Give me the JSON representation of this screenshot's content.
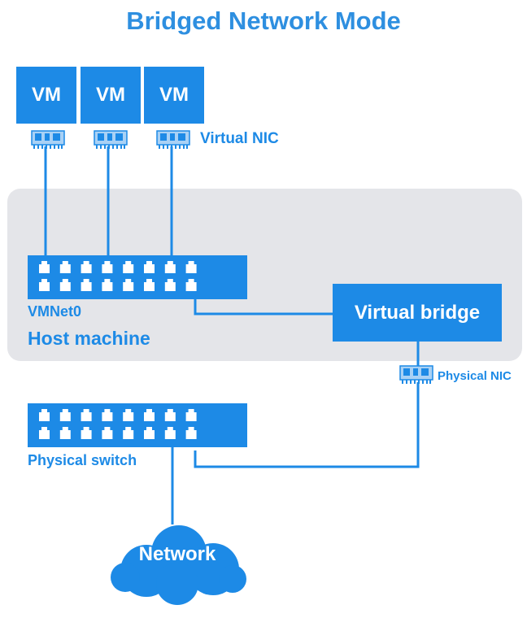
{
  "title": "Bridged Network Mode",
  "vms": [
    {
      "label": "VM"
    },
    {
      "label": "VM"
    },
    {
      "label": "VM"
    }
  ],
  "labels": {
    "virtual_nic": "Virtual NIC",
    "vmnet": "VMNet0",
    "host_machine": "Host machine",
    "virtual_bridge": "Virtual bridge",
    "physical_nic": "Physical NIC",
    "physical_switch": "Physical switch",
    "network": "Network"
  },
  "colors": {
    "accent": "#1d8ae6",
    "title": "#2e8fe0",
    "host_panel": "#e4e5e9"
  },
  "icons": [
    "network-card-icon",
    "ethernet-port-icon",
    "cloud-icon"
  ]
}
